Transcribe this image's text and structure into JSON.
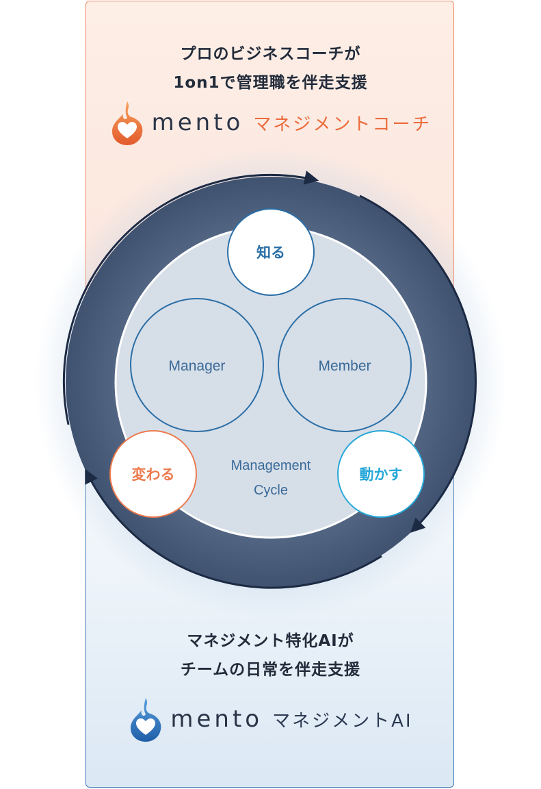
{
  "coach": {
    "headline_line1": "プロのビジネスコーチが",
    "headline_line2": "1on1で管理職を伴走支援",
    "logo_wordmark": "mento",
    "product_name": "マネジメントコーチ",
    "icon": "flame-heart-icon",
    "accent_color": "#ec6b3d"
  },
  "ai": {
    "headline_line1": "マネジメント特化AIが",
    "headline_line2": "チームの日常を伴走支援",
    "logo_wordmark": "mento",
    "product_name": "マネジメントAI",
    "icon": "flame-heart-icon",
    "accent_color": "#2f6fb5"
  },
  "cycle": {
    "left_circle": "Manager",
    "right_circle": "Member",
    "center_line1": "Management",
    "center_line2": "Cycle",
    "step_know": "知る",
    "step_act": "動かす",
    "step_change": "変わる",
    "ring_color": "#4a5d78",
    "know_color": "#2a6ea6",
    "act_color": "#26a8d8",
    "change_color": "#ec7a4e"
  }
}
